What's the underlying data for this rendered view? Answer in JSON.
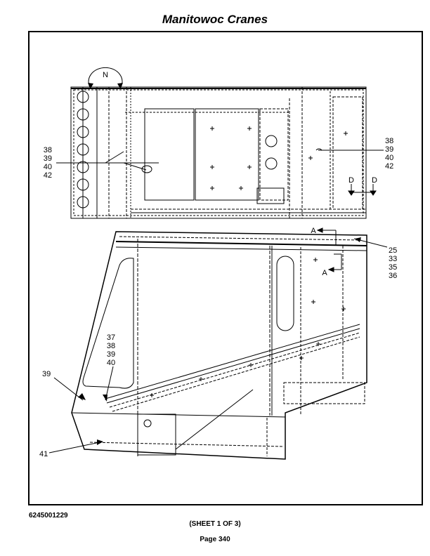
{
  "header": {
    "title": "Manitowoc Cranes"
  },
  "drawing": {
    "north_label": "N",
    "callouts_left_top": [
      "38",
      "39",
      "40",
      "42"
    ],
    "callouts_right_top": [
      "38",
      "39",
      "40",
      "42"
    ],
    "view_d": "D",
    "view_a": "A",
    "callouts_right_mid": [
      "25",
      "33",
      "35",
      "36"
    ],
    "callouts_left_mid": [
      "37",
      "38",
      "39",
      "40"
    ],
    "callout_39": "39",
    "callout_41": "41"
  },
  "footer": {
    "doc_number": "6245001229",
    "sheet": "(SHEET 1 OF 3)",
    "page": "Page 340"
  }
}
